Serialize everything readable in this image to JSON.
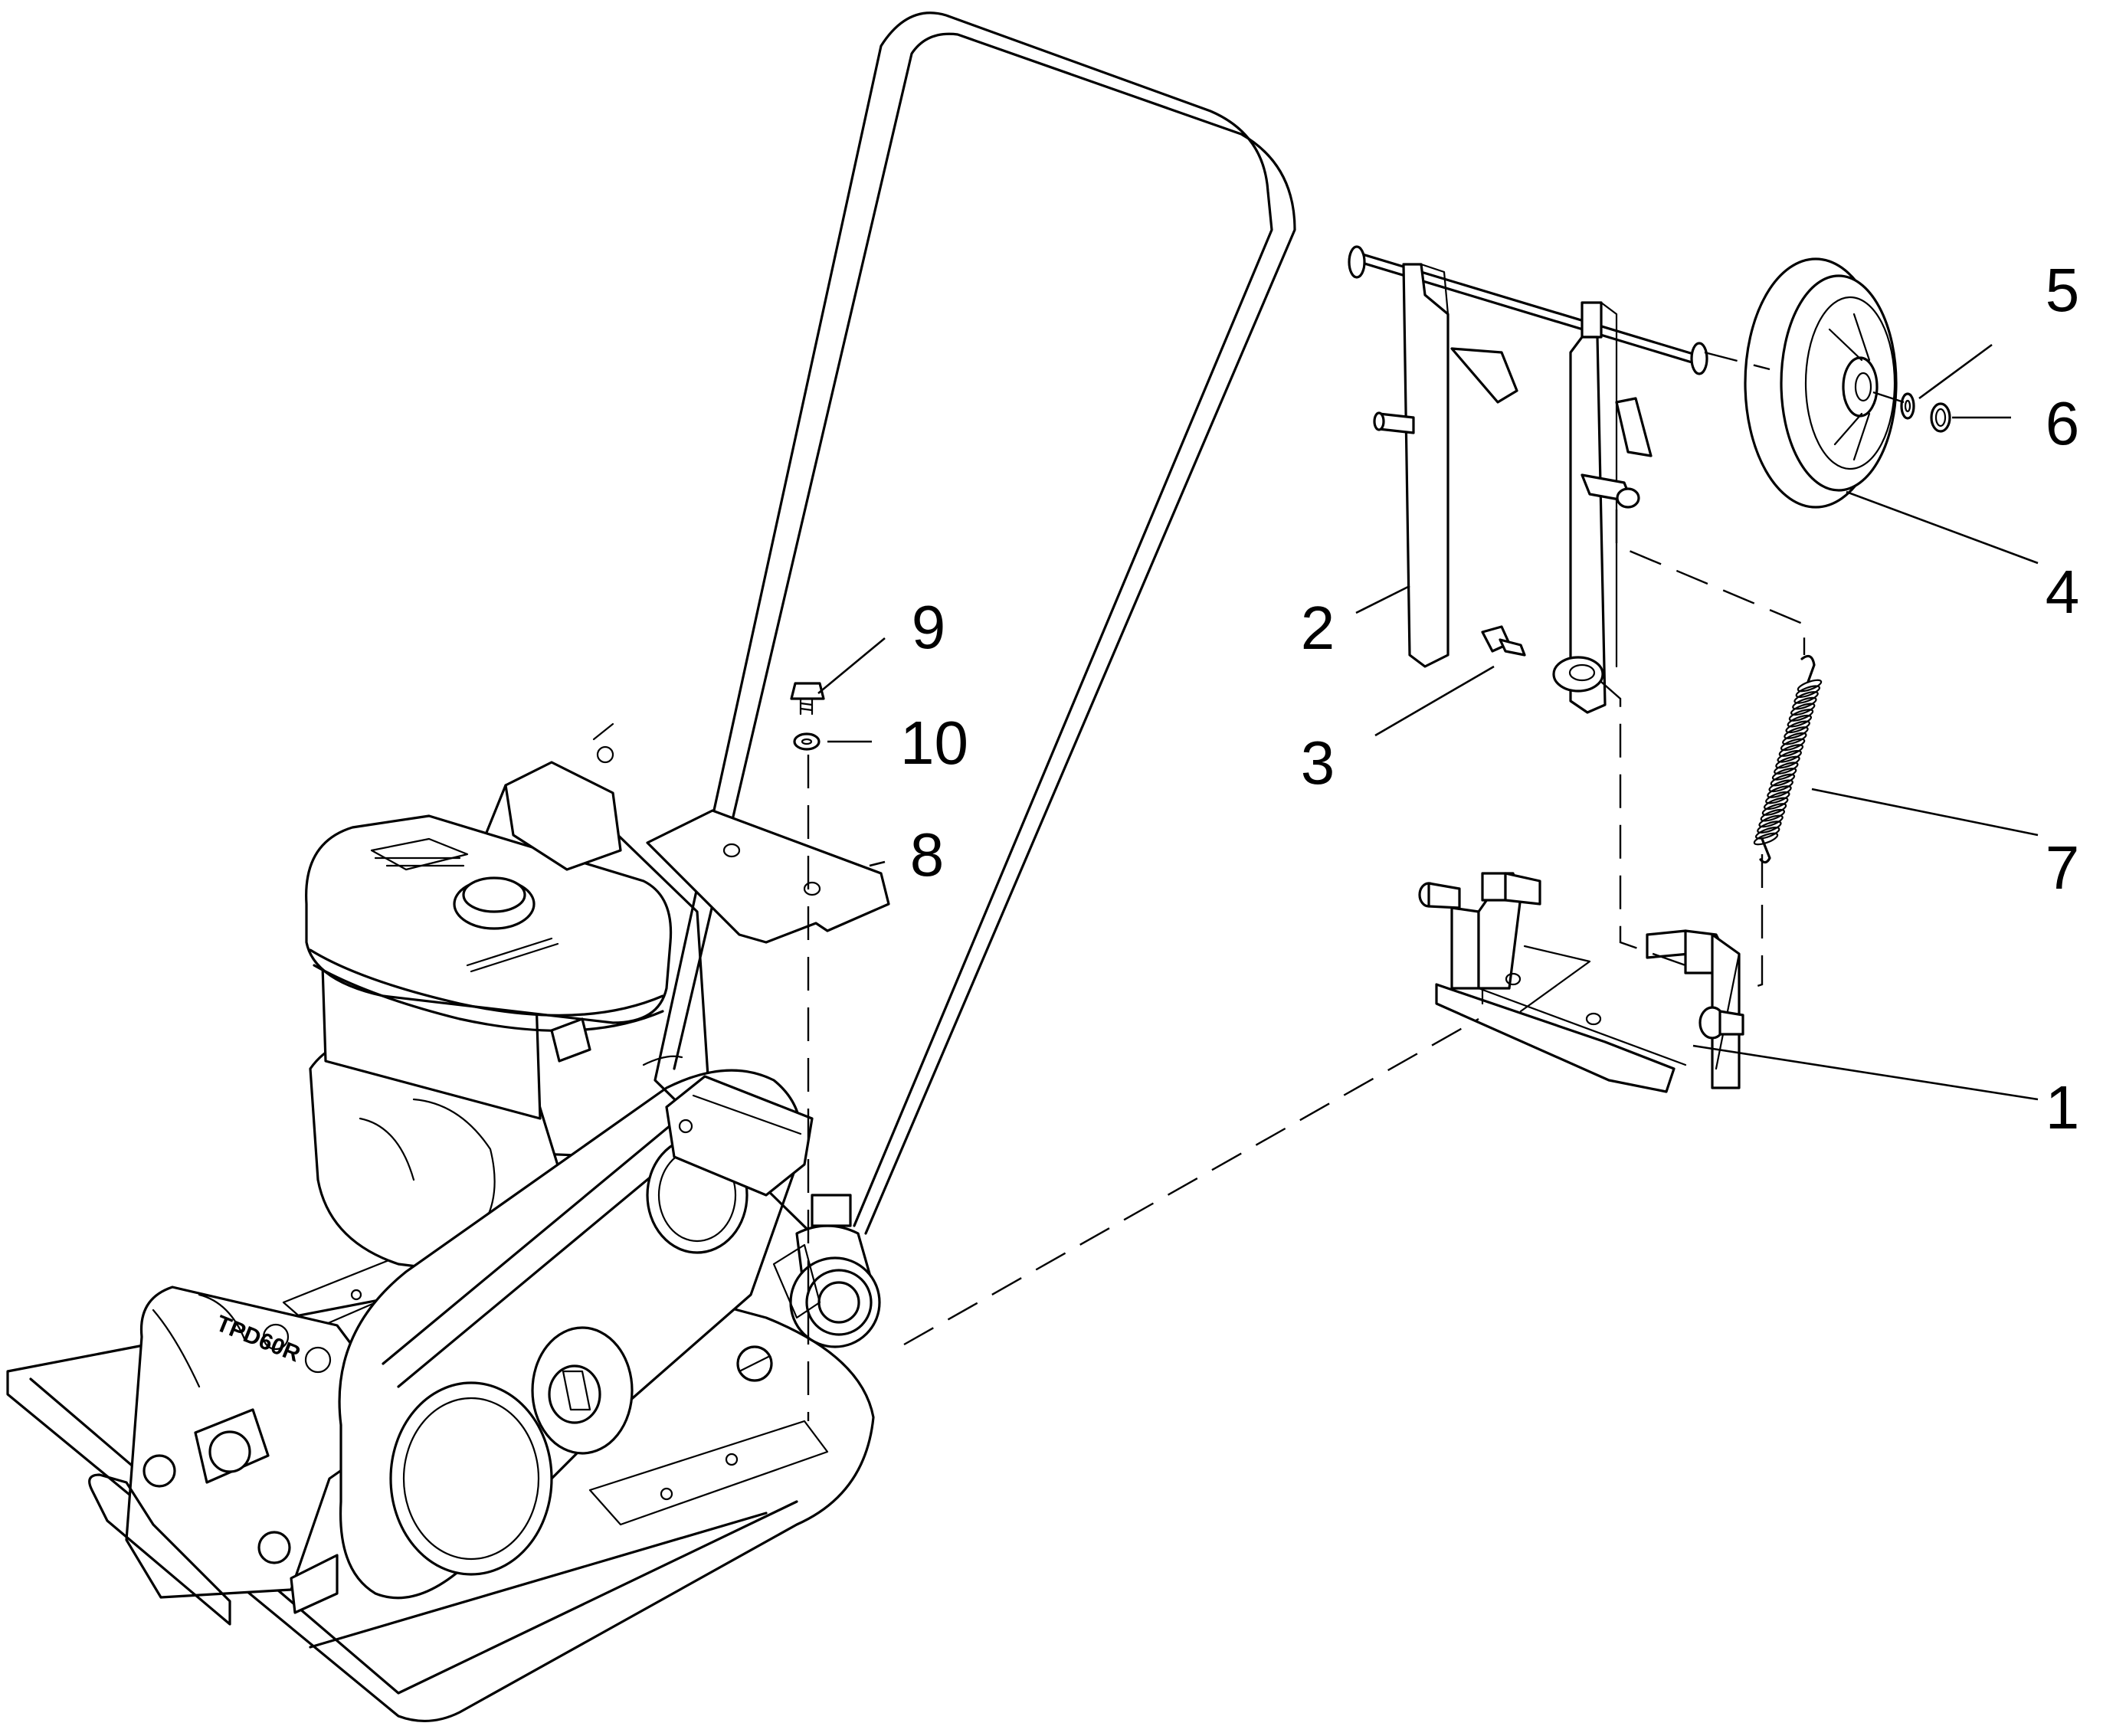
{
  "diagram": {
    "machine_logo_text": "TPD60R",
    "parts": [
      {
        "number": "1",
        "name": "wheel-bracket"
      },
      {
        "number": "2",
        "name": "wheel-arm"
      },
      {
        "number": "3",
        "name": "pivot-bolt"
      },
      {
        "number": "4",
        "name": "wheel"
      },
      {
        "number": "5",
        "name": "washer"
      },
      {
        "number": "6",
        "name": "snap-ring"
      },
      {
        "number": "7",
        "name": "tension-spring"
      },
      {
        "number": "8",
        "name": "mounting-plate"
      },
      {
        "number": "9",
        "name": "plate-bolt"
      },
      {
        "number": "10",
        "name": "plate-washer"
      }
    ]
  }
}
